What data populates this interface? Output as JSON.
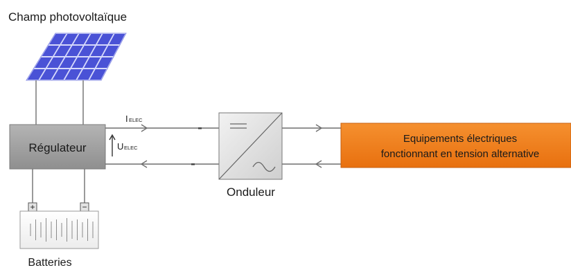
{
  "diagram": {
    "pv_field_label": "Champ photovoltaïque",
    "regulator_label": "Régulateur",
    "inverter_label": "Onduleur",
    "equipment_label_line1": "Equipements électriques",
    "equipment_label_line2": "fonctionnant en tension alternative",
    "batteries_label": "Batteries",
    "current_symbol": "I",
    "current_subscript": "ELEC",
    "voltage_symbol": "U",
    "voltage_subscript": "ELEC",
    "battery_plus": "+",
    "battery_minus": "−"
  },
  "colors": {
    "panel_cell": "#4a52d6",
    "panel_frame": "#c9cdf5",
    "regulator_fill": "#a9a9a9",
    "equipment_fill": "#f07c1e",
    "line": "#6f6f6f"
  }
}
